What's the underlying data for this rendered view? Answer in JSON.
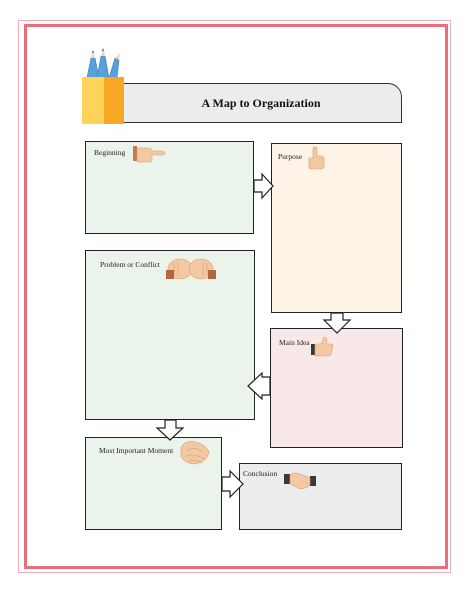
{
  "title": "A Map to Organization",
  "boxes": {
    "beginning": "Beginning",
    "purpose": "Purpose",
    "problem": "Problem or Conflict",
    "main_idea": "Main Idea",
    "most_important": "Most Important Moment",
    "conclusion": "Conclusion"
  },
  "icons": {
    "pencil_cup": "pencil-cup-icon",
    "beginning": "pointing-hand-icon",
    "purpose": "hand-pointing-up-icon",
    "problem": "fists-bumping-icon",
    "main_idea": "thumbs-up-icon",
    "most_important": "hands-together-icon",
    "conclusion": "handshake-icon"
  },
  "colors": {
    "border": "#e8707a",
    "green_box": "#ebf4ea",
    "orange_box": "#fdf3e6",
    "pink_box": "#f9e8e8",
    "gray_box": "#ececec"
  }
}
